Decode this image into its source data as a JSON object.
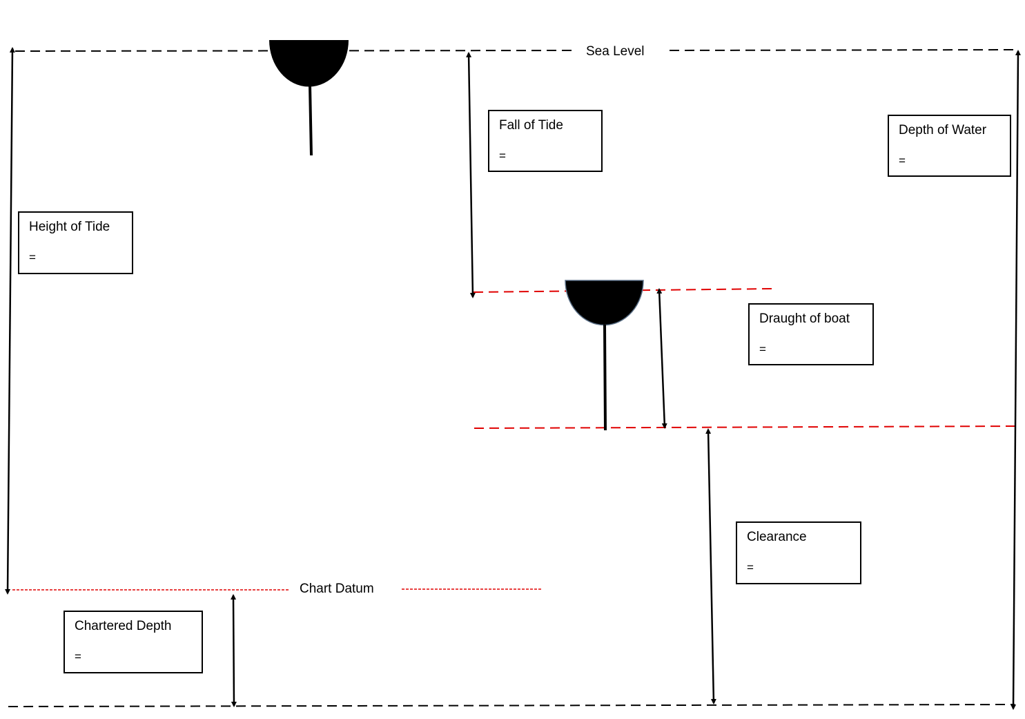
{
  "labels": {
    "sea_level": "Sea Level",
    "chart_datum": "Chart Datum"
  },
  "boxes": {
    "fall_of_tide": {
      "title": "Fall of Tide",
      "value": "="
    },
    "depth_of_water": {
      "title": "Depth of Water",
      "value": "="
    },
    "height_of_tide": {
      "title": "Height of Tide",
      "value": "="
    },
    "draught_of_boat": {
      "title": "Draught of boat",
      "value": "="
    },
    "clearance": {
      "title": "Clearance",
      "value": "="
    },
    "chartered_depth": {
      "title": "Chartered Depth",
      "value": "="
    }
  },
  "colors": {
    "line": "#000000",
    "datum_line": "#e00000",
    "boat": "#000000"
  }
}
